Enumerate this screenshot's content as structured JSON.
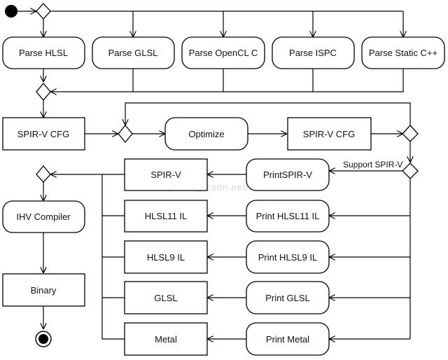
{
  "nodes": {
    "parse_hlsl": "Parse HLSL",
    "parse_glsl": "Parse GLSL",
    "parse_opencl": "Parse OpenCL C",
    "parse_ispc": "Parse ISPC",
    "parse_static_cpp": "Parse Static C++",
    "spirv_cfg_1": "SPIR-V CFG",
    "optimize": "Optimize",
    "spirv_cfg_2": "SPIR-V CFG",
    "print_spirv": "PrintSPIR-V",
    "print_hlsl11": "Print HLSL11 IL",
    "print_hlsl9": "Print HLSL9 IL",
    "print_glsl": "Print GLSL",
    "print_metal": "Print Metal",
    "out_spirv": "SPIR-V",
    "out_hlsl11": "HLSL11 IL",
    "out_hlsl9": "HLSL9 IL",
    "out_glsl": "GLSL",
    "out_metal": "Metal",
    "ihv_compiler": "IHV Compiler",
    "binary": "Binary"
  },
  "edge_labels": {
    "support_spirv": "Support SPIR-V"
  },
  "watermark": "http://blog.csdn.net/"
}
